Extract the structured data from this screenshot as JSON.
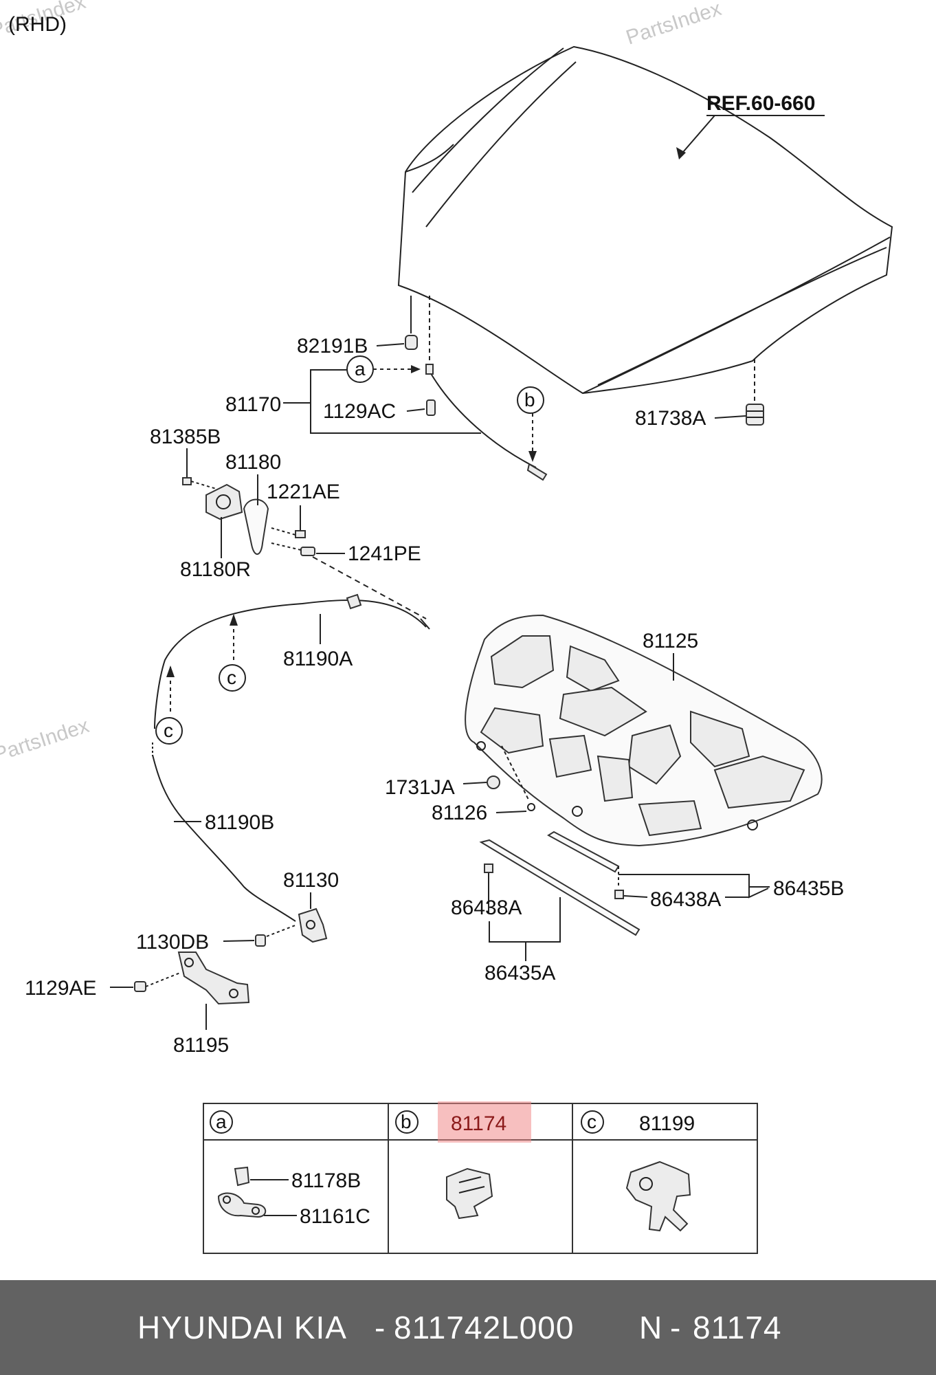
{
  "diagram": {
    "variant": "(RHD)",
    "watermark": "PartsIndex",
    "ref": "REF.60-660",
    "callouts": {
      "c82191B": "82191B",
      "c81170": "81170",
      "c1129AC": "1129AC",
      "c81738A": "81738A",
      "c81385B": "81385B",
      "c81180": "81180",
      "c1221AE": "1221AE",
      "c1241PE": "1241PE",
      "c81180R": "81180R",
      "c81190A": "81190A",
      "c81125": "81125",
      "c1731JA": "1731JA",
      "c81126": "81126",
      "c81190B": "81190B",
      "c81130": "81130",
      "c1130DB": "1130DB",
      "c1129AE": "1129AE",
      "c81195": "81195",
      "c86438A_left": "86438A",
      "c86438A_right": "86438A",
      "c86435B": "86435B",
      "c86435A": "86435A"
    },
    "circles": {
      "a": "a",
      "b": "b",
      "c": "c"
    }
  },
  "legend_table": {
    "columns": [
      {
        "letter": "a",
        "header": "",
        "items": [
          "81178B",
          "81161C"
        ]
      },
      {
        "letter": "b",
        "header": "81174",
        "highlighted": true,
        "items": []
      },
      {
        "letter": "c",
        "header": "81199",
        "items": []
      }
    ],
    "highlight_color": "#f08a8a"
  },
  "footer": {
    "brand": "HYUNDAI  KIA",
    "dash1": "-",
    "part_number": "811742L000",
    "n_label": "N",
    "dash2": "-",
    "n_value": "81174",
    "background": "#626262"
  }
}
